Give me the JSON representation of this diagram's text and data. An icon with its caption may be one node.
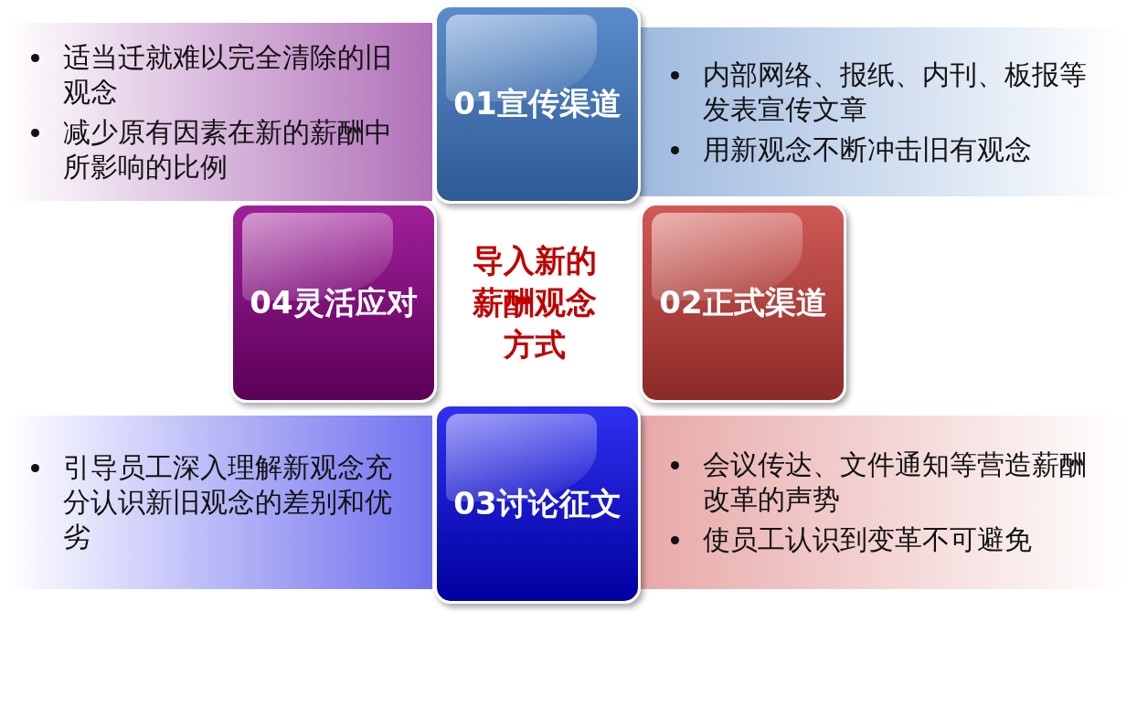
{
  "diagram": {
    "nodes": [
      {
        "text": [
          "01宣传渠道"
        ],
        "beside": [
          "内部网络、报纸、内刊、板报等发表宣传文章",
          "用新观念不断冲击旧有观念"
        ]
      },
      {
        "text": [
          "04灵活应对"
        ],
        "beside": [
          "适当迁就难以完全清除的旧观念",
          "减少原有因素在新的薪酬中所影响的比例"
        ]
      },
      {
        "text": [
          "02正式渠道"
        ],
        "beside": [
          "会议传达、文件通知等营造薪酬改革的声势",
          "使员工认识到变革不可避免"
        ]
      },
      {
        "text": [
          "03讨论征文"
        ],
        "beside": [
          "引导员工深入理解新观念充分认识新旧观念的差别和优劣"
        ]
      }
    ],
    "labels": [
      "导入新的薪酬观念方式"
    ]
  }
}
